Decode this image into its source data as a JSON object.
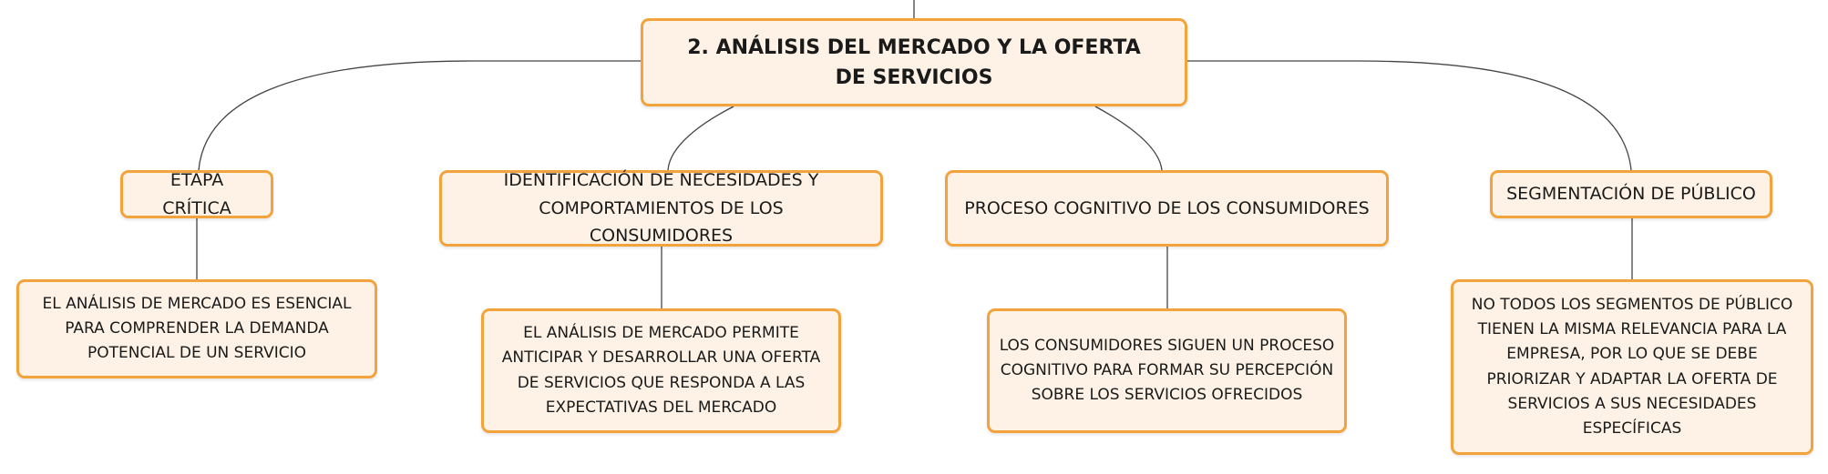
{
  "root": {
    "title": "2. ANÁLISIS DEL MERCADO Y LA OFERTA DE SERVICIOS"
  },
  "topics": [
    {
      "label": "ETAPA CRÍTICA",
      "detail": "EL ANÁLISIS DE MERCADO ES ESENCIAL PARA COMPRENDER LA DEMANDA POTENCIAL DE UN SERVICIO"
    },
    {
      "label": "IDENTIFICACIÓN DE NECESIDADES Y COMPORTAMIENTOS DE LOS CONSUMIDORES",
      "detail": "EL ANÁLISIS DE MERCADO PERMITE ANTICIPAR Y DESARROLLAR UNA OFERTA DE SERVICIOS QUE RESPONDA A LAS EXPECTATIVAS DEL MERCADO"
    },
    {
      "label": "PROCESO COGNITIVO DE LOS CONSUMIDORES",
      "detail": "LOS CONSUMIDORES SIGUEN UN PROCESO COGNITIVO PARA FORMAR SU PERCEPCIÓN SOBRE LOS SERVICIOS OFRECIDOS"
    },
    {
      "label": "SEGMENTACIÓN DE PÚBLICO",
      "detail": "NO TODOS LOS SEGMENTOS DE PÚBLICO TIENEN LA MISMA RELEVANCIA PARA LA EMPRESA, POR LO QUE SE DEBE PRIORIZAR Y ADAPTAR LA OFERTA DE SERVICIOS A SUS NECESIDADES ESPECÍFICAS"
    }
  ],
  "colors": {
    "node_fill": "#fdf2e5",
    "node_border": "#f2a33c",
    "connector": "#444444"
  }
}
